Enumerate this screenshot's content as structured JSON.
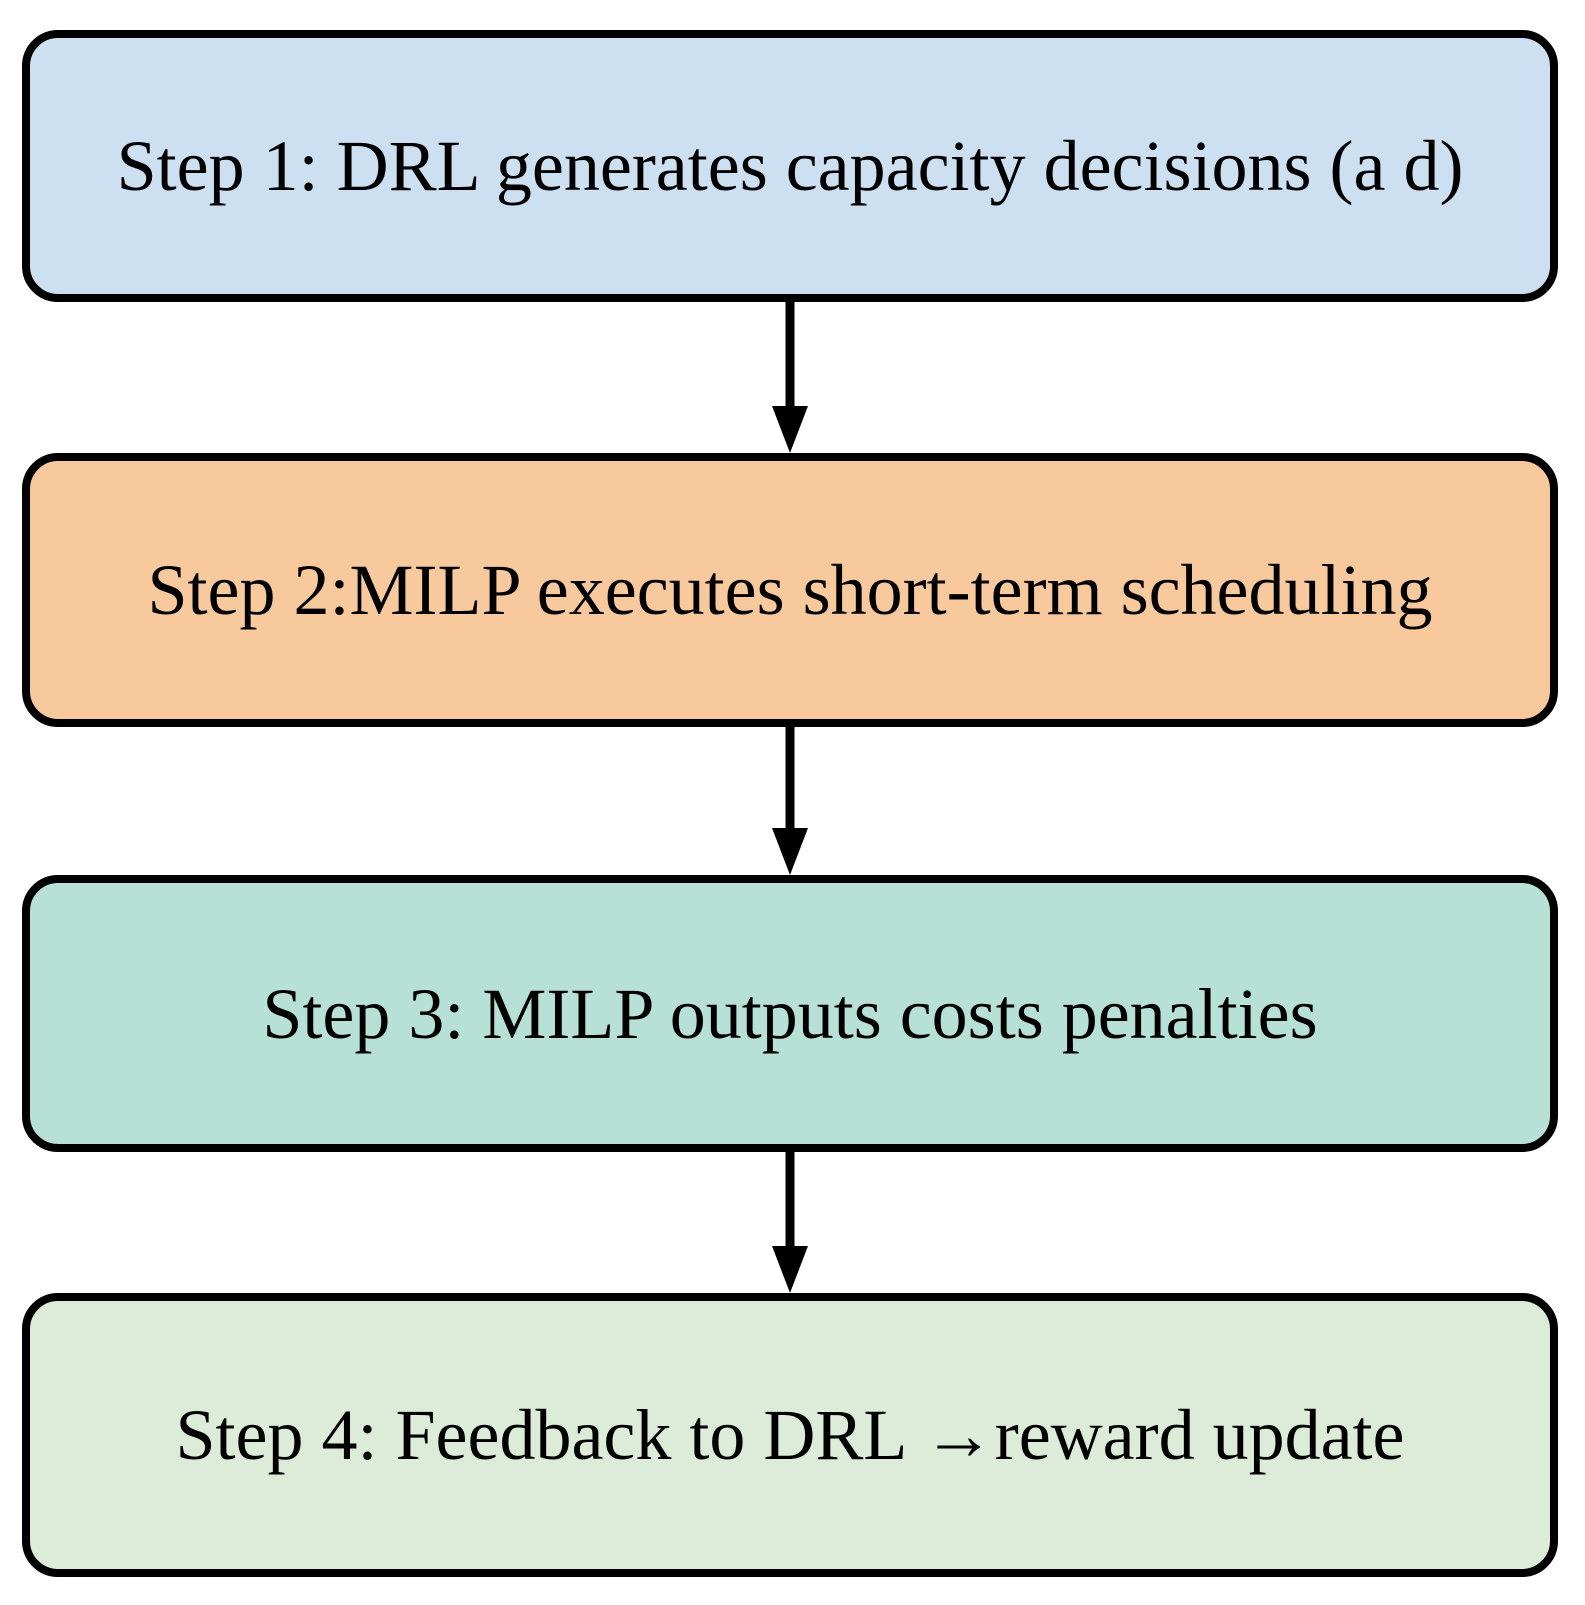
{
  "colors": {
    "background": "#ffffff",
    "border": "#000000",
    "text": "#000000",
    "arrow": "#000000"
  },
  "steps": [
    {
      "id": "step-1",
      "label": "Step 1: DRL generates capacity decisions (a d)",
      "fill": "#cde0f2"
    },
    {
      "id": "step-2",
      "label": "Step 2:MILP executes short-term scheduling",
      "fill": "#f8c99c"
    },
    {
      "id": "step-3",
      "label": "Step 3: MILP outputs costs penalties",
      "fill": "#b7e0d6"
    },
    {
      "id": "step-4",
      "label": "Step 4: Feedback to DRL →reward update",
      "fill": "#dcecd8"
    }
  ],
  "connectors": [
    {
      "id": "connector-1",
      "from": "step-1",
      "to": "step-2",
      "direction": "down"
    },
    {
      "id": "connector-2",
      "from": "step-2",
      "to": "step-3",
      "direction": "down"
    },
    {
      "id": "connector-3",
      "from": "step-3",
      "to": "step-4",
      "direction": "down"
    }
  ]
}
